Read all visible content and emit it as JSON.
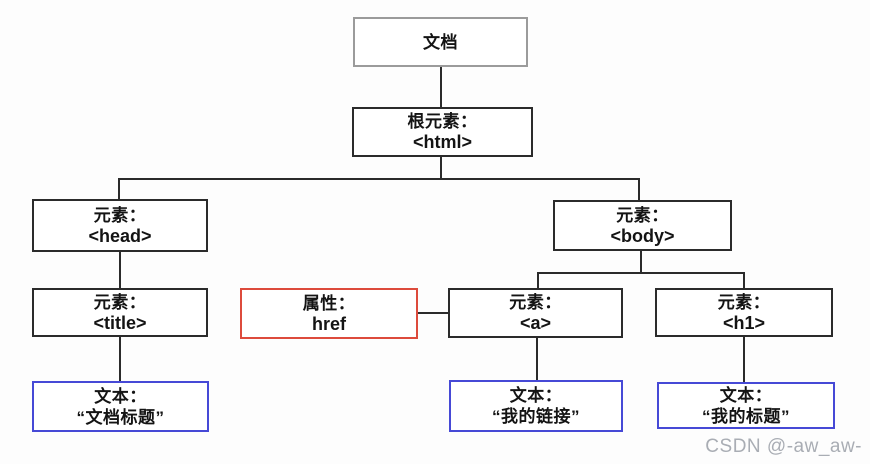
{
  "nodes": {
    "document": {
      "label": "文档"
    },
    "html": {
      "label": "根元素：",
      "value": "<html>"
    },
    "head": {
      "label": "元素：",
      "value": "<head>"
    },
    "body": {
      "label": "元素：",
      "value": "<body>"
    },
    "title": {
      "label": "元素：",
      "value": "<title>"
    },
    "href": {
      "label": "属性：",
      "value": "href"
    },
    "a": {
      "label": "元素：",
      "value": "<a>"
    },
    "h1": {
      "label": "元素：",
      "value": "<h1>"
    },
    "text_title": {
      "label": "文本：",
      "value": "“文档标题”"
    },
    "text_link": {
      "label": "文本：",
      "value": "“我的链接”"
    },
    "text_heading": {
      "label": "文本：",
      "value": "“我的标题”"
    }
  },
  "colors": {
    "element_border": "#2b2b2b",
    "document_border": "#9b9b9b",
    "attribute_border": "#dd4b3c",
    "text_border": "#4649d6",
    "connector": "#2b2b2b",
    "watermark": "#a9adb4"
  },
  "watermark": "CSDN @-aw_aw-"
}
